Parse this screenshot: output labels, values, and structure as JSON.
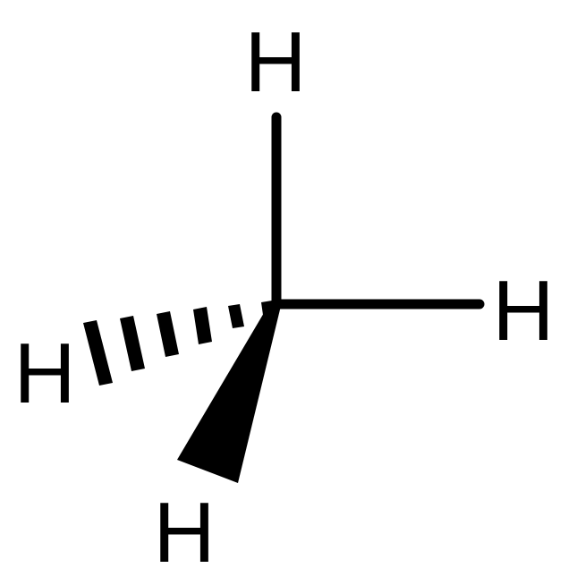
{
  "molecule": {
    "atoms": {
      "top": "H",
      "right": "H",
      "left": "H",
      "bottom": "H"
    },
    "colors": {
      "bond": "#000000",
      "label": "#000000",
      "background": "#ffffff"
    }
  }
}
